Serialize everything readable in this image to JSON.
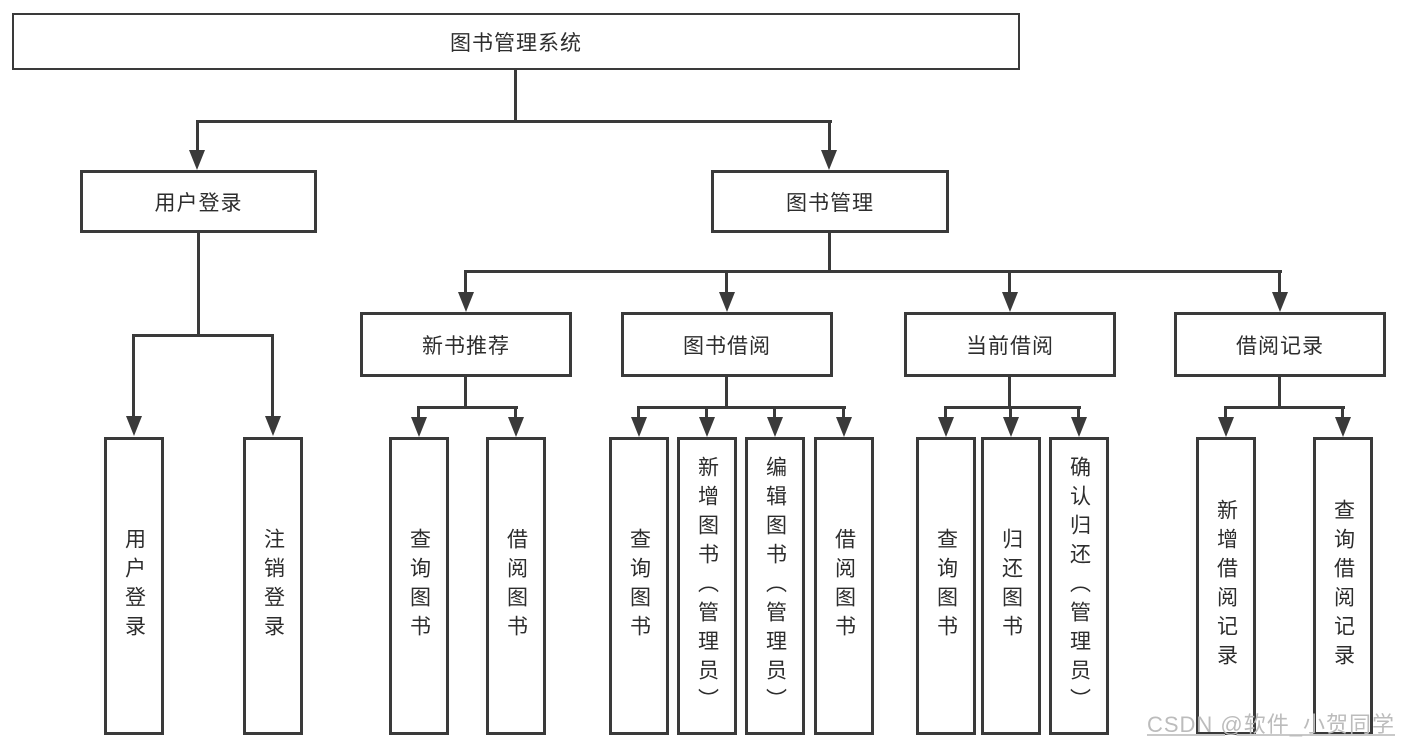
{
  "tree": {
    "root": "图书管理系统",
    "user_login": {
      "label": "用户登录",
      "children": [
        "用户登录",
        "注销登录"
      ]
    },
    "book_mgmt": {
      "label": "图书管理",
      "children": {
        "new_books": {
          "label": "新书推荐",
          "children": [
            "查询图书",
            "借阅图书"
          ]
        },
        "borrowing": {
          "label": "图书借阅",
          "children": [
            "查询图书",
            "新增图书（管理员）",
            "编辑图书（管理员）",
            "借阅图书"
          ]
        },
        "current": {
          "label": "当前借阅",
          "children": [
            "查询图书",
            "归还图书",
            "确认归还（管理员）"
          ]
        },
        "records": {
          "label": "借阅记录",
          "children": [
            "新增借阅记录",
            "查询借阅记录"
          ]
        }
      }
    }
  },
  "watermark": "CSDN @软件_小贺同学",
  "colors": {
    "line": "#3a3a3a",
    "text": "#2d2d2d",
    "background": "#ffffff",
    "watermark": "#bcbcbc"
  }
}
